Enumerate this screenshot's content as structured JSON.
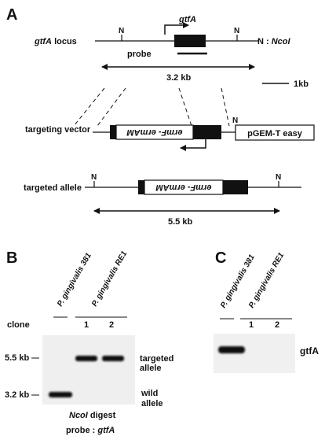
{
  "panelA": {
    "label": "A",
    "gene": "gtfA",
    "locus_label": "gtfA locus",
    "locus_suffix": "locus",
    "site": "N",
    "key": "N : NcoI",
    "probe_label": "probe",
    "locus_size": "3.2 kb",
    "scale": "1kb",
    "vector_label": "targeting vector",
    "cassette": "ermF- ermAM",
    "plasmid": "pGEM-T easy",
    "allele_label": "targeted allele",
    "allele_size": "5.5 kb"
  },
  "panelB": {
    "label": "B",
    "strain1": "P. gingivalis 381",
    "strain2": "P. gingivalis RE1",
    "clone_label": "clone",
    "clone1": "1",
    "clone2": "2",
    "marker_upper": "5.5 kb",
    "marker_lower": "3.2 kb",
    "band_upper": [
      "targeted",
      "allele"
    ],
    "band_lower": [
      "wild",
      "allele"
    ],
    "digest": "NcoI digest",
    "probe": "probe : gtfA"
  },
  "panelC": {
    "label": "C",
    "strain1": "P. gingivalis 381",
    "strain2": "P. gingivalis RE1",
    "lane1": "1",
    "lane2": "2",
    "band": "gtfA"
  }
}
